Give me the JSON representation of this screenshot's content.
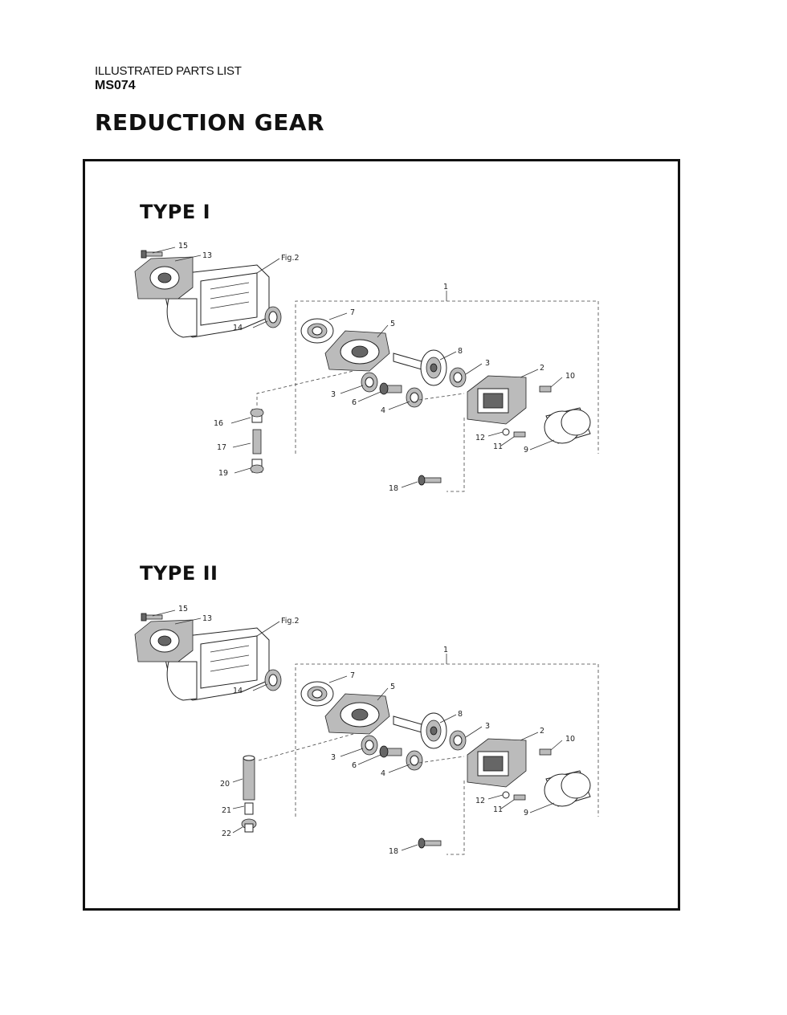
{
  "header": {
    "doc_type": "ILLUSTRATED PARTS LIST",
    "model": "MS074",
    "section_title": "REDUCTION GEAR"
  },
  "type1": {
    "title": "TYPE I",
    "fig_ref": "Fig.2",
    "labels": {
      "p1": "1",
      "p2": "2",
      "p3a": "3",
      "p3b": "3",
      "p4": "4",
      "p5": "5",
      "p6": "6",
      "p7": "7",
      "p8": "8",
      "p9": "9",
      "p10": "10",
      "p11": "11",
      "p12": "12",
      "p13": "13",
      "p14": "14",
      "p15": "15",
      "p16": "16",
      "p17": "17",
      "p18": "18",
      "p19": "19"
    }
  },
  "type2": {
    "title": "TYPE II",
    "fig_ref": "Fig.2",
    "labels": {
      "p1": "1",
      "p2": "2",
      "p3a": "3",
      "p3b": "3",
      "p4": "4",
      "p5": "5",
      "p6": "6",
      "p7": "7",
      "p8": "8",
      "p9": "9",
      "p10": "10",
      "p11": "11",
      "p12": "12",
      "p13": "13",
      "p14": "14",
      "p15": "15",
      "p18": "18",
      "p20": "20",
      "p21": "21",
      "p22": "22"
    }
  }
}
